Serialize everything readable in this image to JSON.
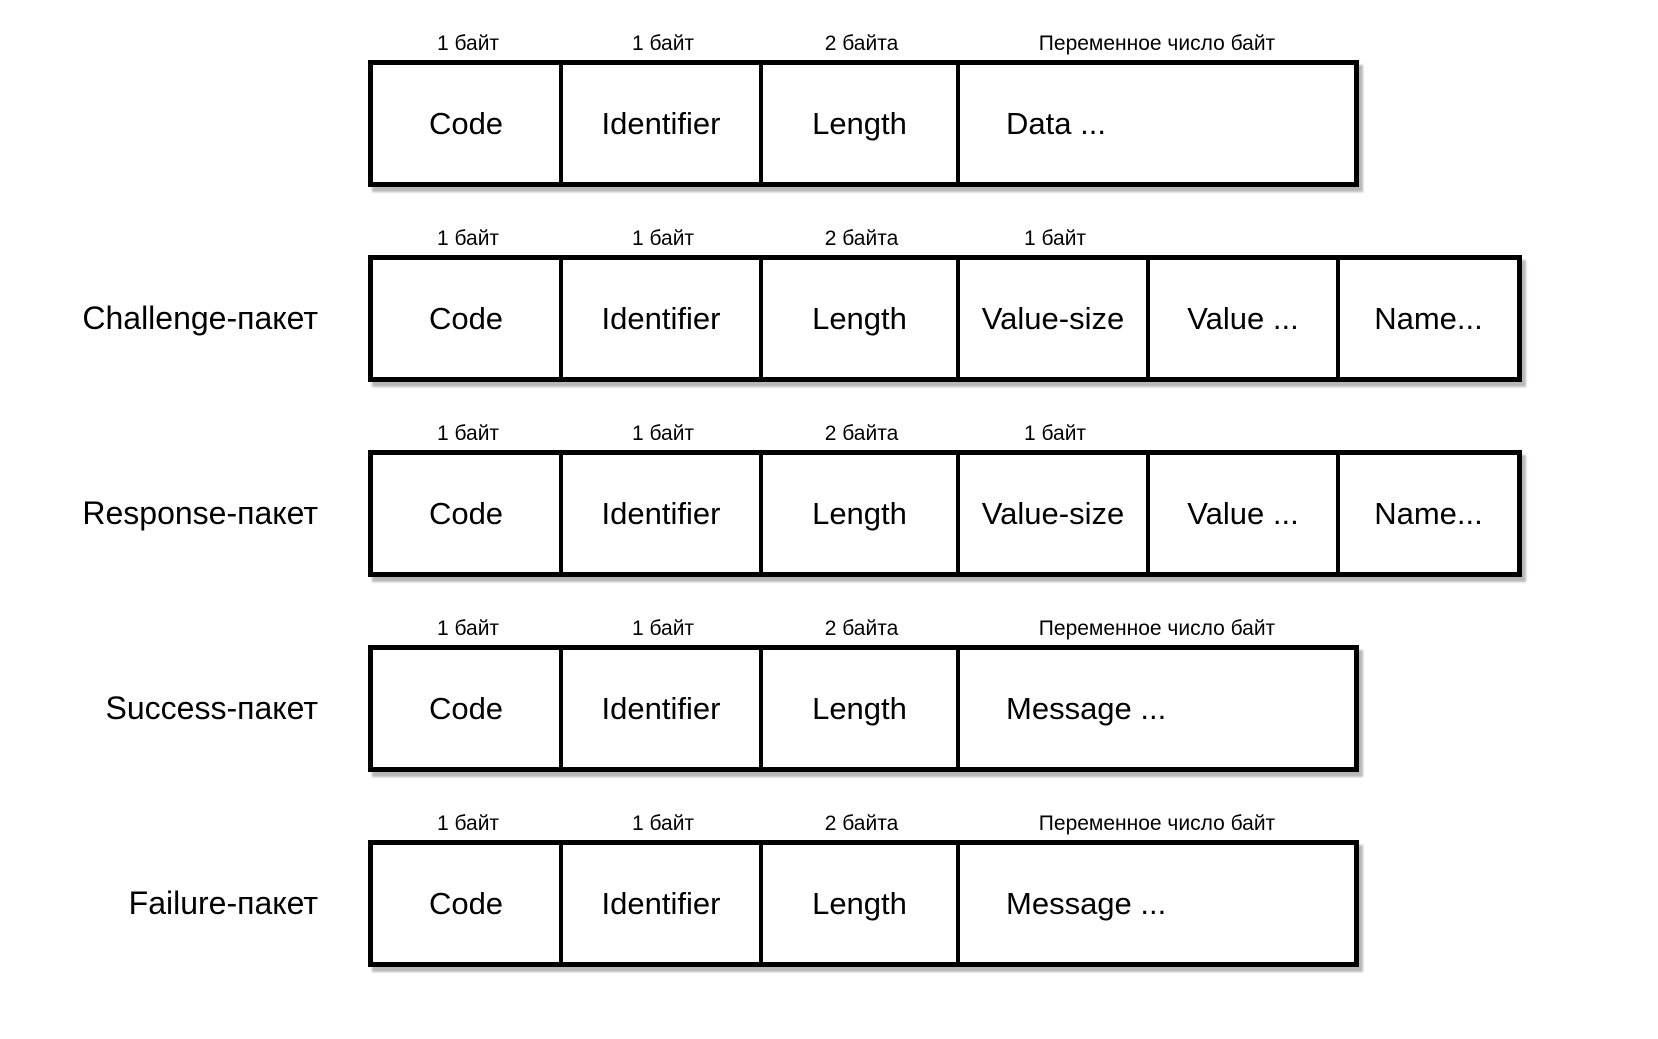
{
  "colors": {
    "line": "#000000",
    "background": "#ffffff",
    "text": "#000000"
  },
  "packets": [
    {
      "label": "",
      "fields": [
        {
          "size": "1 байт",
          "name": "Code"
        },
        {
          "size": "1 байт",
          "name": "Identifier"
        },
        {
          "size": "2 байта",
          "name": "Length"
        },
        {
          "size": "Переменное число байт",
          "name": "Data ..."
        }
      ]
    },
    {
      "label": "Challenge-пакет",
      "fields": [
        {
          "size": "1 байт",
          "name": "Code"
        },
        {
          "size": "1 байт",
          "name": "Identifier"
        },
        {
          "size": "2 байта",
          "name": "Length"
        },
        {
          "size": "1 байт",
          "name": "Value-size"
        },
        {
          "size": "",
          "name": "Value ..."
        },
        {
          "size": "",
          "name": "Name..."
        }
      ]
    },
    {
      "label": "Response-пакет",
      "fields": [
        {
          "size": "1 байт",
          "name": "Code"
        },
        {
          "size": "1 байт",
          "name": "Identifier"
        },
        {
          "size": "2 байта",
          "name": "Length"
        },
        {
          "size": "1 байт",
          "name": "Value-size"
        },
        {
          "size": "",
          "name": "Value ..."
        },
        {
          "size": "",
          "name": "Name..."
        }
      ]
    },
    {
      "label": "Success-пакет",
      "fields": [
        {
          "size": "1 байт",
          "name": "Code"
        },
        {
          "size": "1 байт",
          "name": "Identifier"
        },
        {
          "size": "2 байта",
          "name": "Length"
        },
        {
          "size": "Переменное число байт",
          "name": "Message ..."
        }
      ]
    },
    {
      "label": "Failure-пакет",
      "fields": [
        {
          "size": "1 байт",
          "name": "Code"
        },
        {
          "size": "1 байт",
          "name": "Identifier"
        },
        {
          "size": "2 байта",
          "name": "Length"
        },
        {
          "size": "Переменное число байт",
          "name": "Message ..."
        }
      ]
    }
  ]
}
